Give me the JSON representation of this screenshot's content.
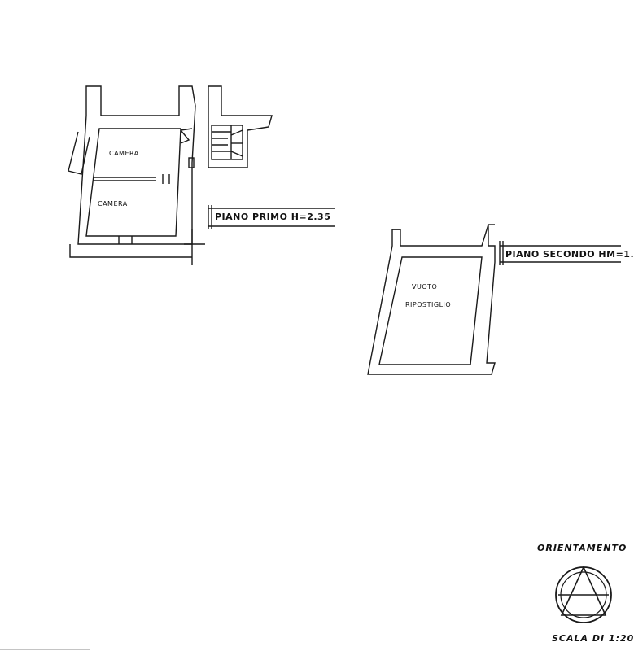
{
  "plan": {
    "rooms": {
      "camera_upper": "CAMERA",
      "camera_lower": "CAMERA",
      "vuoto": "VUOTO",
      "ripostiglio": "RIPOSTIGLIO"
    },
    "levels": {
      "primo": "PIANO PRIMO H=2.35",
      "secondo": "PIANO SECONDO HM=1."
    },
    "orientation_label": "ORIENTAMENTO",
    "scale_label": "SCALA DI 1:20"
  },
  "colors": {
    "ink": "#1a1a1a",
    "paper": "#ffffff"
  }
}
